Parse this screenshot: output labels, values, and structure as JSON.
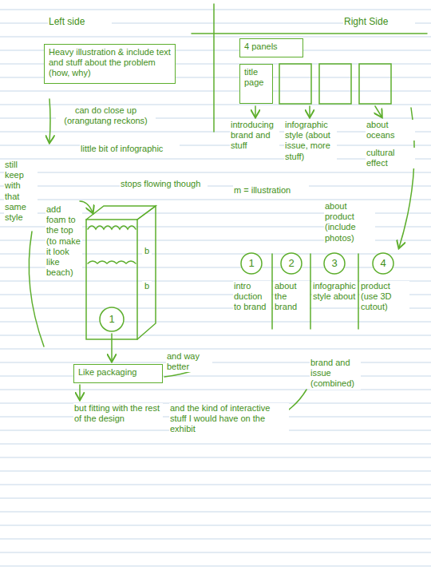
{
  "diagram": {
    "nodes": [
      {
        "text": [
          "Heavy illustration & include text and stuff about the problem (how, why)"
        ]
      },
      {
        "text": [
          "4 panels"
        ]
      },
      {
        "text": [
          "title page"
        ]
      },
      {
        "text": [
          "1"
        ]
      },
      {
        "text": [
          "1"
        ]
      },
      {
        "text": [
          "2"
        ]
      },
      {
        "text": [
          "3"
        ]
      },
      {
        "text": [
          "4"
        ]
      },
      {
        "text": [
          "Like packaging"
        ]
      }
    ],
    "labels": [
      "Left side",
      "Right Side",
      "can do close up (orangutang reckons)",
      "little bit of infographic",
      "still keep with that same style",
      "stops flowing though",
      "add foam to the top (to make it look like beach)",
      "b",
      "b",
      "introducing brand and stuff",
      "infographic style (about issue, more stuff)",
      "about oceans",
      "cultural effect",
      "about product (include photos)",
      "m = illustration",
      "intro duction to brand",
      "about the brand",
      "infographic style about",
      "product (use 3D cutout)",
      "brand and issue (combined)",
      "and way better",
      "but fitting with the rest of the design",
      "and the kind of interactive stuff I would have on the exhibit"
    ]
  }
}
